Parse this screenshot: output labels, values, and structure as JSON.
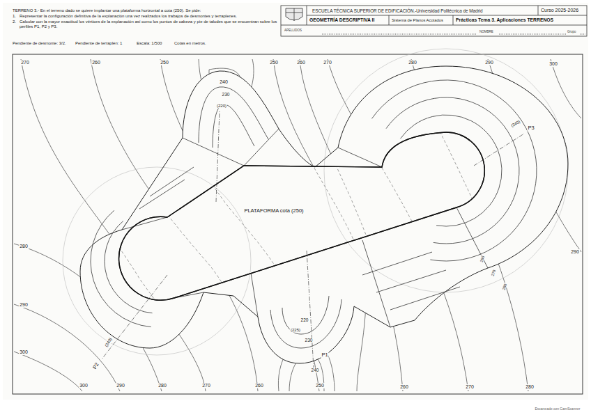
{
  "diagram": {
    "nodes": [
      {
        "text": [
          "PLATAFORMA cota (250)"
        ]
      }
    ],
    "labels": [
      "TERRENO 3.- En el terreno dado se quiere implantar una plataforma horizontal a cota (250). Se pide:",
      "1.",
      "Representar la configuración definitiva de la explanación una vez realizados los trabajos de desmontes y terraplenes.",
      "2.",
      "Calcular con la mayor exactitud los vértices de la explanación así como los puntos de cabeza y pie de taludes que se encuentran sobre los perfiles P1, P2 y P3.",
      "Pendiente de desmonte: 3/2.",
      "Pendiente de terraplén: 1",
      "Escala: 1/500",
      "Cotas en metros.",
      "ESCUELA TÉCNICA SUPERIOR DE EDIFICACIÓN.-Universidad Politécnica de Madrid",
      "Curso 2025-2026",
      "GEOMETRÍA DESCRIPTIVA II",
      "Sistema de Planos Acotados",
      "Prácticas Tema 3. Aplicaciones TERRENOS",
      "APELLIDOS",
      "NOMBRE",
      "Grupo",
      "270",
      "260",
      "250",
      "240",
      "250",
      "260",
      "270",
      "280",
      "290",
      "300",
      "280",
      "290",
      "300",
      "300",
      "290",
      "280",
      "270",
      "260",
      "250",
      "260",
      "270",
      "280",
      "290",
      "230",
      "(220)",
      "220",
      "(225)",
      "230",
      "240",
      "P1",
      "P2",
      "P3",
      "(240)",
      "(240)",
      "260",
      "270",
      "280",
      "Escaneado con CamScanner"
    ]
  }
}
